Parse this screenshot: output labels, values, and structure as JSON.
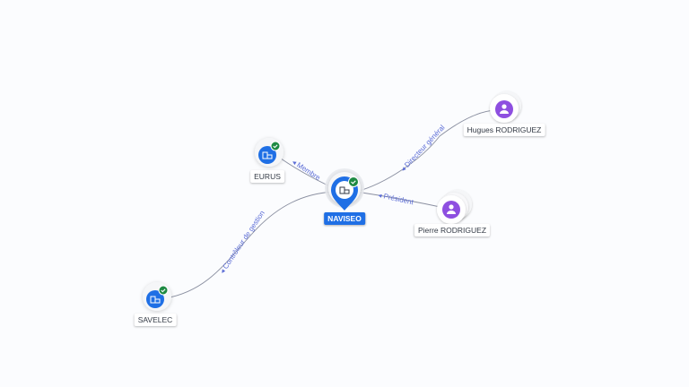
{
  "colors": {
    "company": "#1f6fe5",
    "person": "#8e4fe0",
    "verified": "#1e8a43",
    "link_label": "#5b6cd6",
    "edge": "#8a8fa0"
  },
  "nodes": {
    "naviseo": {
      "label": "NAVISEO",
      "icon": "building-icon",
      "verified": true
    },
    "eurus": {
      "label": "EURUS",
      "icon": "building-icon",
      "verified": true
    },
    "savelec": {
      "label": "SAVELEC",
      "icon": "building-icon",
      "verified": true
    },
    "hugues": {
      "label": "Hugues RODRIGUEZ",
      "icon": "person-icon"
    },
    "pierre": {
      "label": "Pierre RODRIGUEZ",
      "icon": "person-icon"
    }
  },
  "edges": {
    "eurus_membre": "Membre",
    "hugues_directeur": "Directeur général",
    "pierre_president": "Président",
    "savelec_controleur": "Contrôleur de gestion"
  }
}
